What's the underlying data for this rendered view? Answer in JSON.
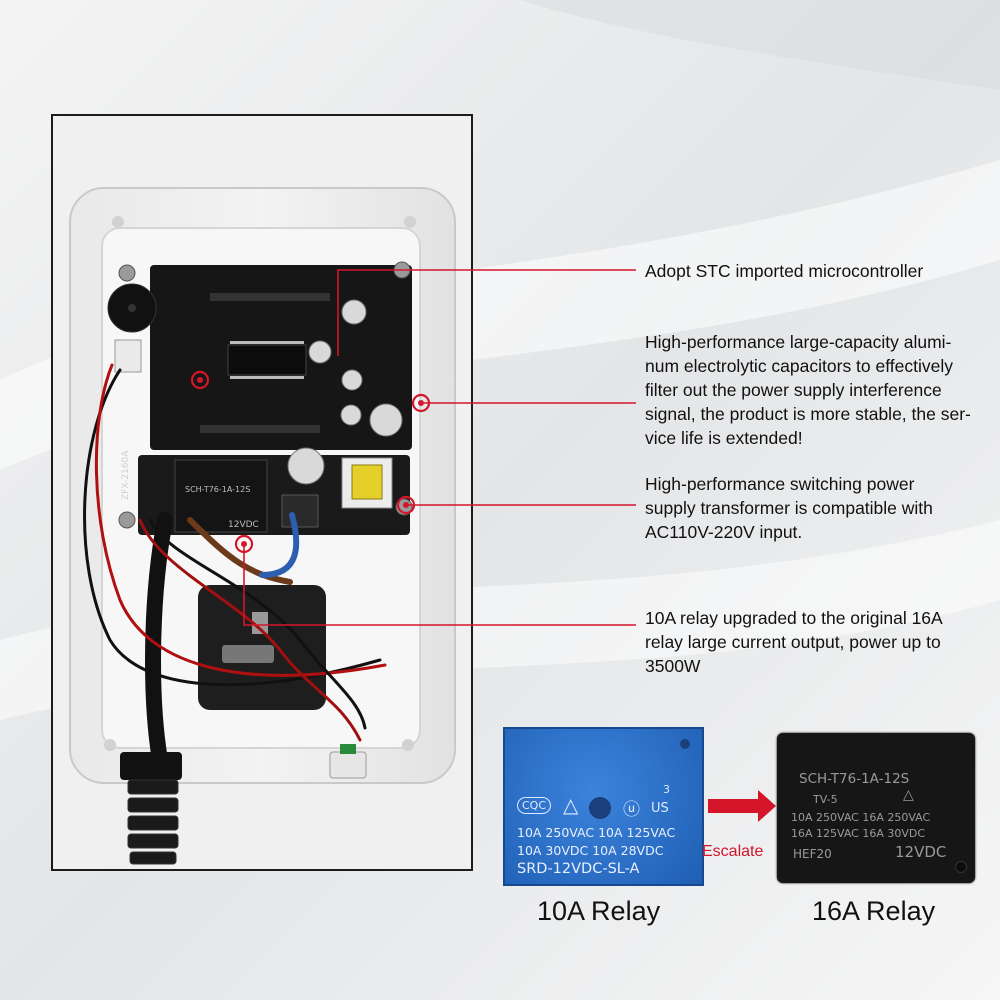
{
  "callouts": {
    "mcu": "Adopt STC imported microcontroller",
    "capacitor_lines": [
      "High-performance large-capacity alumi-",
      "num electrolytic capacitors to effectively",
      "filter out the power supply interference",
      "signal, the product is more stable, the ser-",
      "vice life is extended!"
    ],
    "transformer_lines": [
      "High-performance switching power",
      "supply transformer is compatible with",
      "AC110V-220V input."
    ],
    "relay_lines": [
      "10A relay upgraded to the original 16A",
      "relay large current output, power up to",
      "3500W"
    ]
  },
  "comparison": {
    "old_label": "10A Relay",
    "new_label": "16A Relay",
    "arrow_text": "Escalate",
    "old_relay": {
      "line1": "10A 250VAC  10A 125VAC",
      "line2": "10A   30VDC  10A 28VDC",
      "model": "SRD-12VDC-SL-A",
      "cert_num": "3",
      "cert_us": "US"
    },
    "new_relay": {
      "model": "SCH-T76-1A-12S",
      "cert": "TV-5",
      "line1": "10A 250VAC   16A 250VAC",
      "line2": "16A 125VAC   16A  30VDC",
      "code": "HEF20",
      "voltage": "12VDC"
    }
  },
  "board": {
    "silk_model": "ZFX-2160A",
    "relay_top": "SCH-T76-1A-12S",
    "relay_volt": "12VDC"
  },
  "colors": {
    "accent_red": "#d4152a",
    "old_relay_blue": "#2e72c9",
    "new_relay_black": "#161616"
  }
}
